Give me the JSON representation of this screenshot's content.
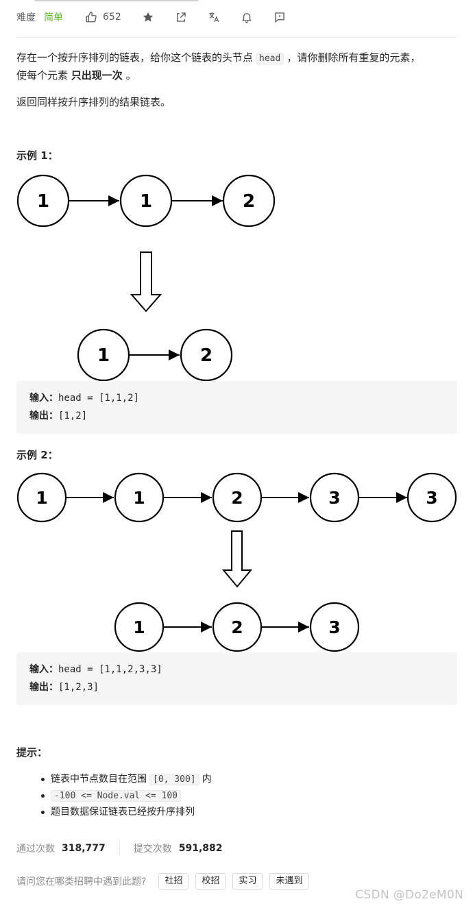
{
  "meta": {
    "difficulty_label": "难度",
    "difficulty": "简单",
    "likes": "652",
    "icons": [
      "thumb-up-icon",
      "star-icon",
      "share-icon",
      "translate-icon",
      "bell-icon",
      "comment-icon"
    ]
  },
  "description": {
    "p1_a": "存在一个按升序排列的链表，给你这个链表的头节点",
    "p1_code": "head",
    "p1_b": "，请你删除所有重复的元素，",
    "p1_c": "使每个元素",
    "p1_bold": "只出现一次",
    "p1_d": "。",
    "p2": "返回同样按升序排列的结果链表。"
  },
  "examples": [
    {
      "title": "示例 1：",
      "input_label": "输入：",
      "input": "head = [1,1,2]",
      "output_label": "输出：",
      "output": "[1,2]",
      "before_nodes": [
        "1",
        "1",
        "2"
      ],
      "after_nodes": [
        "1",
        "2"
      ]
    },
    {
      "title": "示例 2：",
      "input_label": "输入：",
      "input": "head = [1,1,2,3,3]",
      "output_label": "输出：",
      "output": "[1,2,3]",
      "before_nodes": [
        "1",
        "1",
        "2",
        "3",
        "3"
      ],
      "after_nodes": [
        "1",
        "2",
        "3"
      ]
    }
  ],
  "hints": {
    "title": "提示：",
    "items": [
      {
        "a": "链表中节点数目在范围",
        "code": "[0, 300]",
        "b": "内"
      },
      {
        "a": "",
        "code": "-100 <= Node.val <= 100",
        "b": ""
      },
      {
        "a": "题目数据保证链表已经按升序排列",
        "code": "",
        "b": ""
      }
    ]
  },
  "stats": {
    "accepted_label": "通过次数",
    "accepted": "318,777",
    "submitted_label": "提交次数",
    "submitted": "591,882"
  },
  "question": {
    "text": "请问您在哪类招聘中遇到此题?",
    "tags": [
      "社招",
      "校招",
      "实习",
      "未遇到"
    ]
  },
  "watermark": "CSDN @Do2eM0N",
  "colors": {
    "difficulty_easy": "#5ab726",
    "code_bg": "#f5f5f5",
    "text": "#262626",
    "muted": "#8c8c8c"
  }
}
